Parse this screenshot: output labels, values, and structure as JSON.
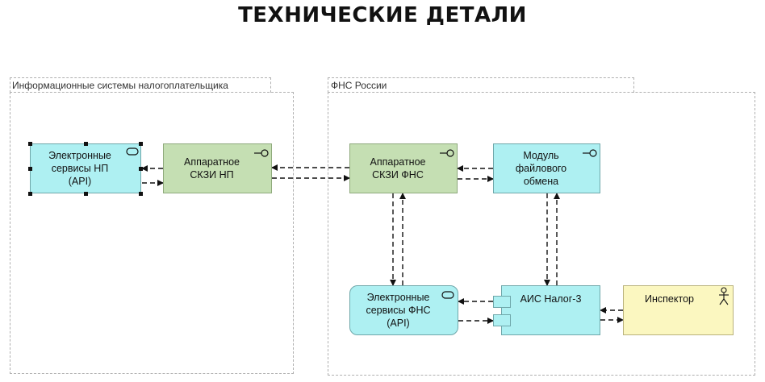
{
  "title": "ТЕХНИЧЕСКИЕ ДЕТАЛИ",
  "groups": {
    "taxpayer": {
      "label": "Информационные системы налогоплательщика"
    },
    "fns": {
      "label": "ФНС России"
    }
  },
  "nodes": {
    "es_np": {
      "label": "Электронные\nсервисы НП\n(API)",
      "icon": "interface-icon"
    },
    "skzi_np": {
      "label": "Аппаратное\nСКЗИ НП",
      "icon": "service-icon"
    },
    "skzi_fns": {
      "label": "Аппаратное\nСКЗИ ФНС",
      "icon": "service-icon"
    },
    "module": {
      "label": "Модуль\nфайлового\nобмена",
      "icon": "service-icon"
    },
    "es_fns": {
      "label": "Электронные\nсервисы ФНС\n(API)",
      "icon": "interface-icon"
    },
    "ais": {
      "label": "АИС Налог-3",
      "icon": "component-icon"
    },
    "inspector": {
      "label": "Инспектор",
      "icon": "actor-icon"
    }
  },
  "colors": {
    "application": "#aef0f2",
    "technology": "#c5dfb3",
    "business": "#fbf7c0",
    "group_border": "#b0b0b0"
  }
}
